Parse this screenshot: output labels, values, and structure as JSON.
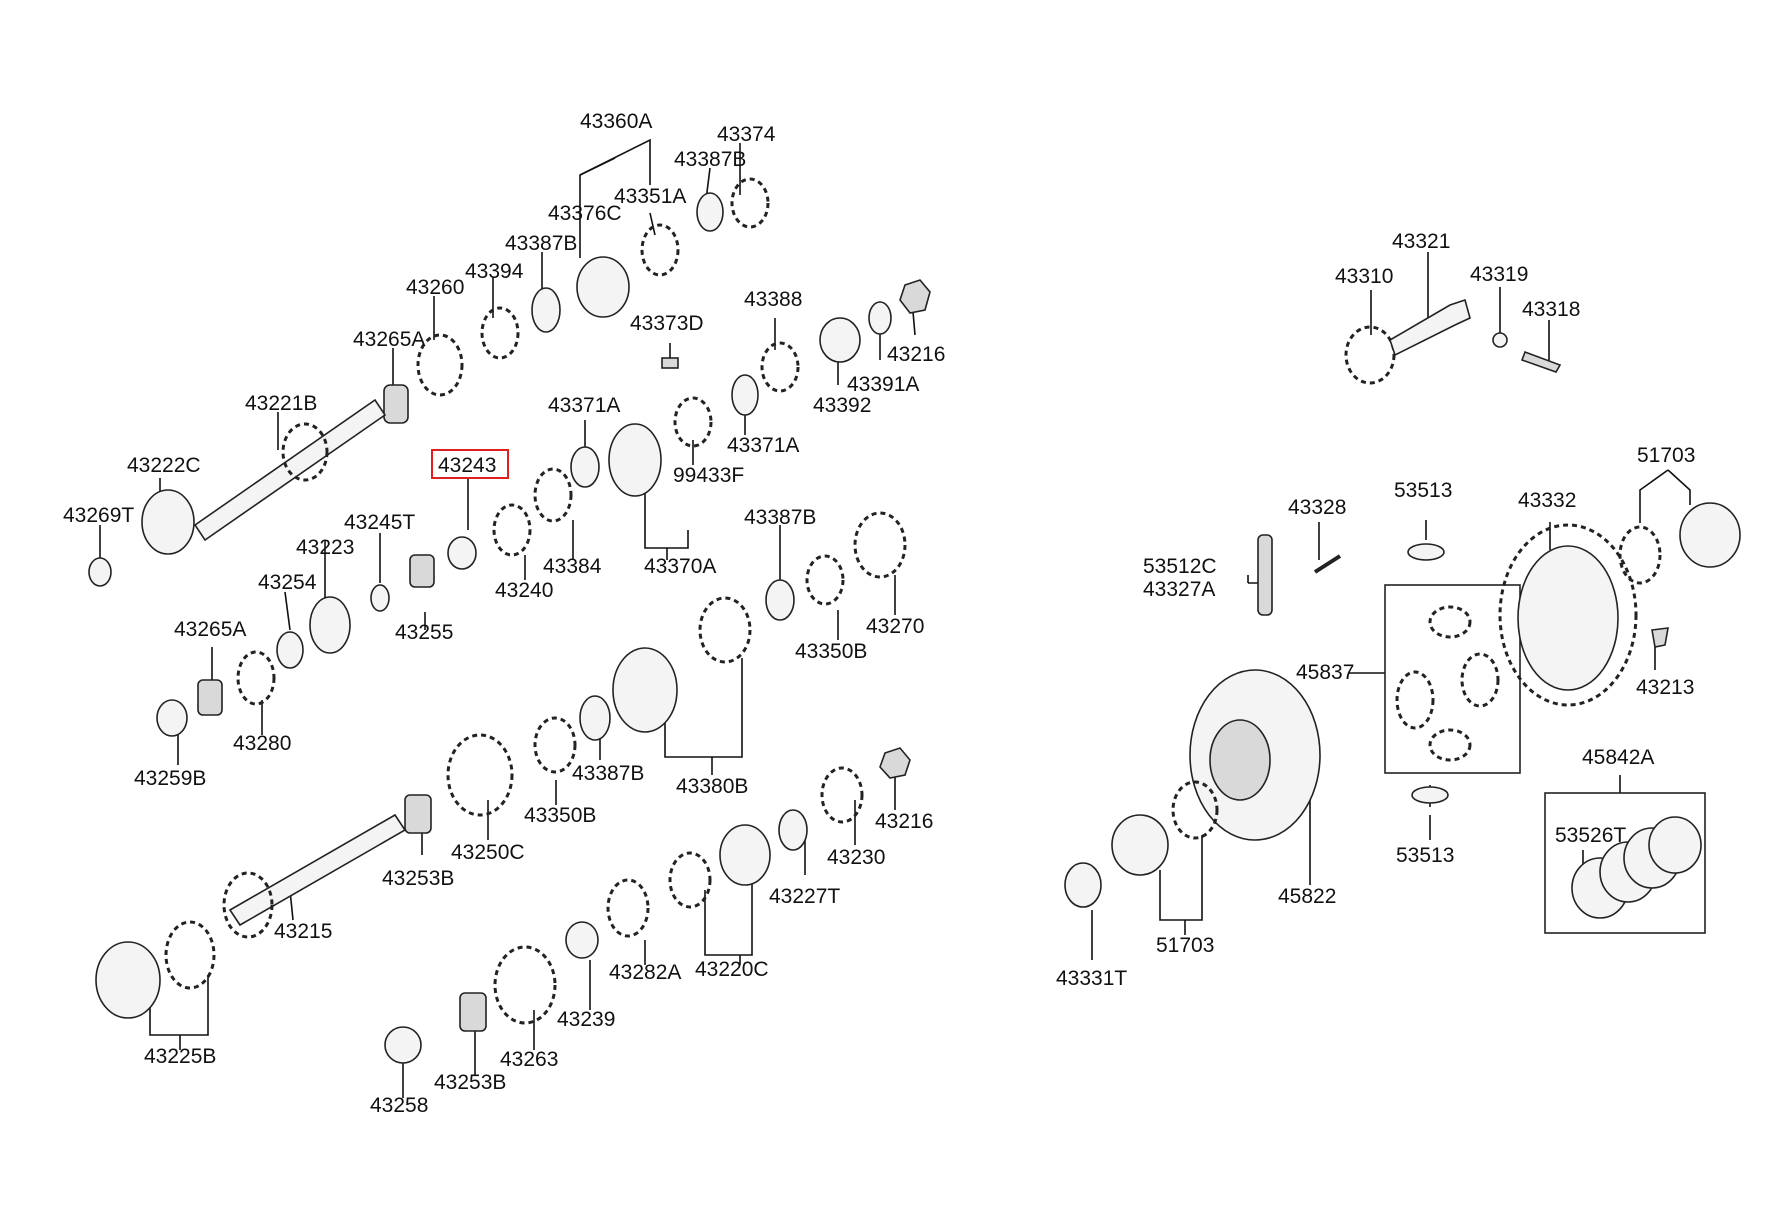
{
  "diagram": {
    "highlighted_part": "43243",
    "highlight_color": "#e02020",
    "labels": {
      "p43360A": "43360A",
      "p43374": "43374",
      "p43387B_1": "43387B",
      "p43351A": "43351A",
      "p43376C": "43376C",
      "p43387B_2": "43387B",
      "p43394": "43394",
      "p43260": "43260",
      "p43373D": "43373D",
      "p43388": "43388",
      "p43216_1": "43216",
      "p43265A_1": "43265A",
      "p43391A": "43391A",
      "p43392": "43392",
      "p43221B": "43221B",
      "p43371A_1": "43371A",
      "p43371A_2": "43371A",
      "p43222C": "43222C",
      "p43243": "43243",
      "p99433F": "99433F",
      "p43269T": "43269T",
      "p43245T": "43245T",
      "p43223": "43223",
      "p43387B_3": "43387B",
      "p43384": "43384",
      "p43370A": "43370A",
      "p43254": "43254",
      "p43240": "43240",
      "p43255": "43255",
      "p43270": "43270",
      "p43265A_2": "43265A",
      "p43350B_1": "43350B",
      "p43280": "43280",
      "p43259B": "43259B",
      "p43387B_4": "43387B",
      "p43380B": "43380B",
      "p43350B_2": "43350B",
      "p43216_2": "43216",
      "p43250C": "43250C",
      "p43230": "43230",
      "p43253B_1": "43253B",
      "p43227T": "43227T",
      "p43215": "43215",
      "p43282A": "43282A",
      "p43220C": "43220C",
      "p43239": "43239",
      "p43225B": "43225B",
      "p43263": "43263",
      "p43253B_2": "43253B",
      "p43258": "43258",
      "p43321": "43321",
      "p43310": "43310",
      "p43319": "43319",
      "p43318": "43318",
      "p51703_1": "51703",
      "p43328": "43328",
      "p53513_1": "53513",
      "p43332": "43332",
      "p53512C": "53512C",
      "p43327A": "43327A",
      "p45837": "45837",
      "p43213": "43213",
      "p45842A": "45842A",
      "p53526T": "53526T",
      "p53513_2": "53513",
      "p45822": "45822",
      "p51703_2": "51703",
      "p43331T": "43331T"
    }
  }
}
